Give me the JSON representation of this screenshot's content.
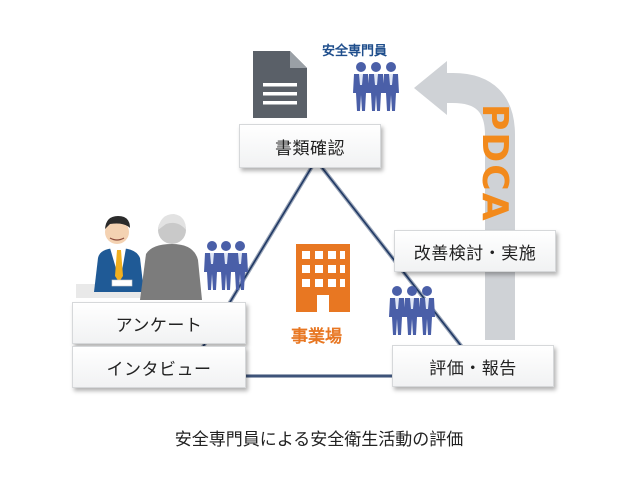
{
  "diagram": {
    "team_label": "安全専門員",
    "cycle_label": "PDCA",
    "center_label": "事業場",
    "caption": "安全専門員による安全衛生活動の評価",
    "nodes": {
      "document_check": "書類確認",
      "survey": "アンケート",
      "interview": "インタビュー",
      "evaluation_report": "評価・報告",
      "improvement": "改善検討・実施"
    }
  },
  "colors": {
    "triangle": "#1f3864",
    "team": "#4a5fa8",
    "building": "#e87722",
    "pdca": "#f28a1c",
    "arrow": "#cfd2d6",
    "document_icon": "#5a6068"
  },
  "icons": [
    "document-icon",
    "people-group-icon",
    "building-icon",
    "meeting-people-icon",
    "pdca-arrow-icon"
  ]
}
